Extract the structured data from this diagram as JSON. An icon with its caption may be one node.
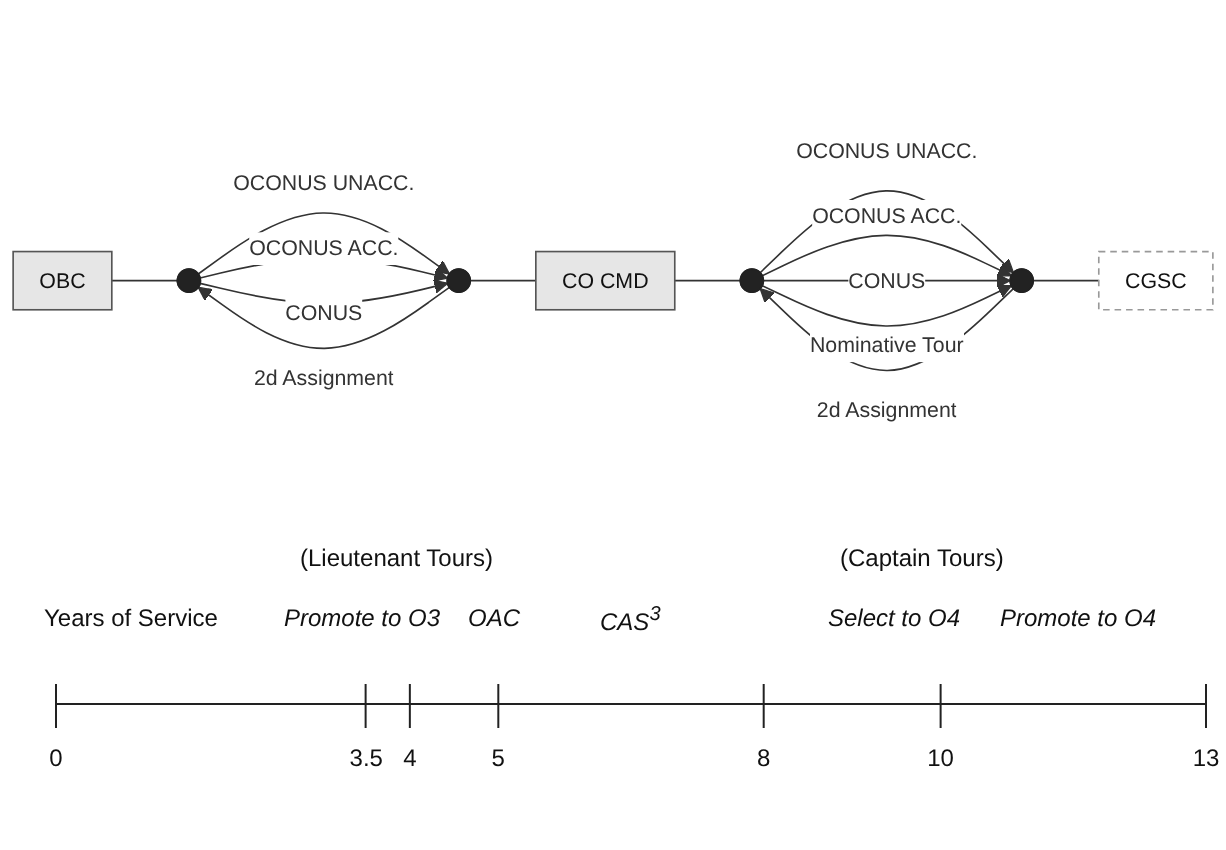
{
  "diagram": {
    "nodes": [
      {
        "text": [
          "OBC"
        ]
      },
      {
        "text": [],
        "shape": "circle"
      },
      {
        "text": [],
        "shape": "circle"
      },
      {
        "text": [
          "CO CMD"
        ]
      },
      {
        "text": [],
        "shape": "circle"
      },
      {
        "text": [],
        "shape": "circle"
      },
      {
        "text": [
          "CGSC"
        ]
      }
    ],
    "edges": [
      {
        "from": 0,
        "to": 1,
        "arrow": "none"
      },
      {
        "from": 2,
        "to": 1,
        "arrow": "to",
        "label": "2d Assignment"
      },
      {
        "from": 1,
        "to": 2,
        "arrow": "to",
        "label": "OCONUS UNACC."
      },
      {
        "from": 1,
        "to": 2,
        "arrow": "to",
        "label": "OCONUS ACC."
      },
      {
        "from": 1,
        "to": 2,
        "arrow": "to",
        "label": "CONUS"
      },
      {
        "from": 2,
        "to": 3,
        "arrow": "none"
      },
      {
        "from": 3,
        "to": 4,
        "arrow": "none"
      },
      {
        "from": 5,
        "to": 4,
        "arrow": "to",
        "label": "2d Assignment"
      },
      {
        "from": 4,
        "to": 5,
        "arrow": "to",
        "label": "OCONUS UNACC."
      },
      {
        "from": 4,
        "to": 5,
        "arrow": "to",
        "label": "OCONUS ACC."
      },
      {
        "from": 4,
        "to": 5,
        "arrow": "to",
        "label": "CONUS"
      },
      {
        "from": 4,
        "to": 5,
        "arrow": "to",
        "label": "Nominative Tour"
      },
      {
        "from": 5,
        "to": 6,
        "arrow": "none"
      }
    ],
    "labels": [
      "(Lieutenant Tours)",
      "(Captain Tours)",
      "Years of Service",
      "Promote to O3",
      "OAC",
      "CAS$^{3}$",
      "Select to O4",
      "Promote to O4",
      "0",
      "3.5",
      "4",
      "5",
      "8",
      "10",
      "13"
    ]
  }
}
